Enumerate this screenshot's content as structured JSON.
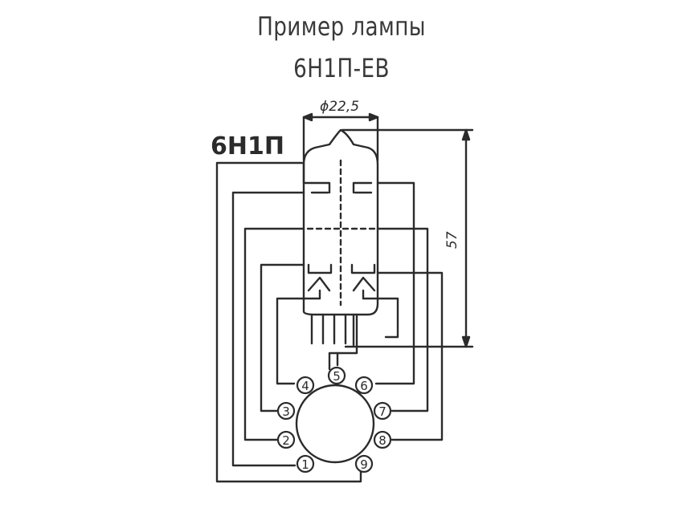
{
  "title": {
    "line1": "Пример лампы",
    "line2": "6Н1П-ЕВ"
  },
  "diagram": {
    "tube_label": "6Н1П",
    "diameter_label": "ϕ22,5",
    "height_label": "57",
    "pins": [
      "1",
      "2",
      "3",
      "4",
      "5",
      "6",
      "7",
      "8",
      "9"
    ]
  },
  "colors": {
    "ink": "#2b2b2b",
    "background": "#ffffff"
  }
}
